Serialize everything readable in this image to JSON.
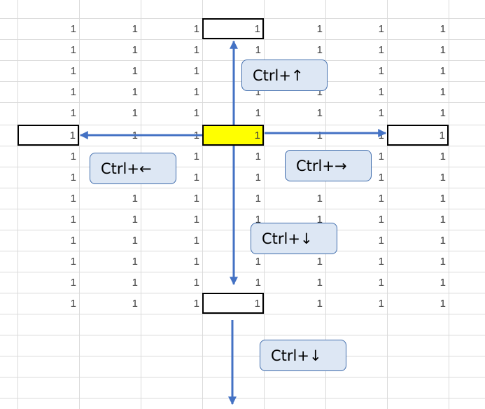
{
  "sheet": {
    "cell_value": "1",
    "active_cell_color": "#ffff00"
  },
  "callouts": {
    "up": "Ctrl+↑",
    "left": "Ctrl+←",
    "right": "Ctrl+→",
    "down": "Ctrl+↓",
    "down_again": "Ctrl+↓"
  },
  "colors": {
    "arrow": "#4472c4",
    "callout_fill": "#dde7f4",
    "callout_border": "#3f6cac",
    "gridline": "#dadada"
  }
}
